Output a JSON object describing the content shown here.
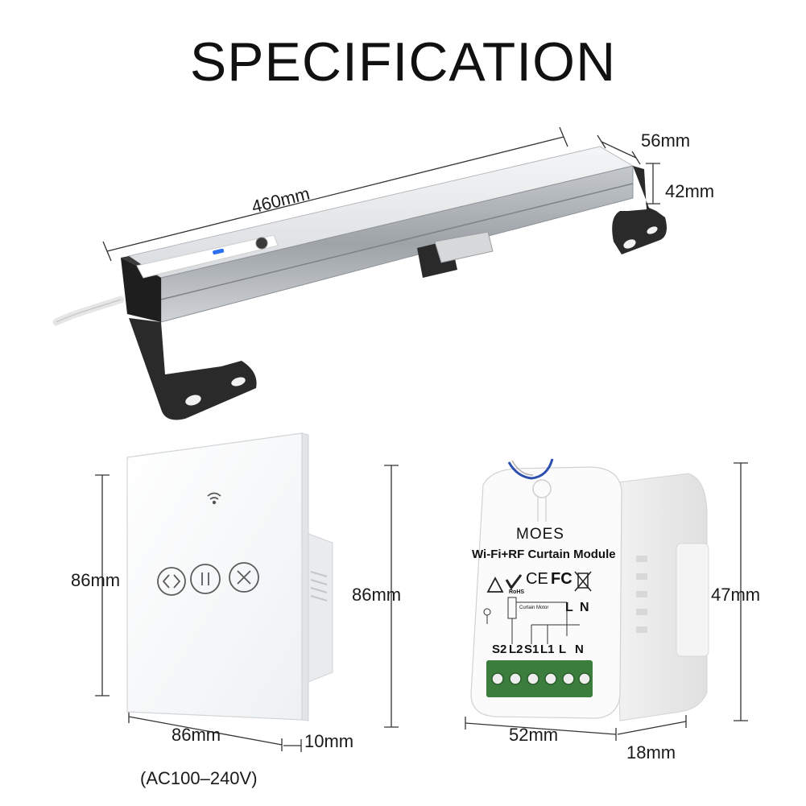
{
  "title": "SPECIFICATION",
  "motor": {
    "length_label": "460mm",
    "depth_label": "56mm",
    "height_label": "42mm"
  },
  "switch": {
    "height_label": "86mm",
    "width_label": "86mm",
    "depth_label": "10mm",
    "voltage_label": "(AC100–240V)",
    "side_height_label": "86mm"
  },
  "module": {
    "brand": "MOES",
    "name": "Wi-Fi+RF Curtain Module",
    "cert_rohs": "RoHS",
    "cert_ce": "CE",
    "cert_fc": "FC",
    "diagram_label": "Curtain Motor",
    "top_terminals": [
      "L",
      "N"
    ],
    "terminals": [
      "S2",
      "L2",
      "S1",
      "L1",
      "L",
      "N"
    ],
    "height_label": "47mm",
    "width_label": "52mm",
    "depth_label": "18mm"
  },
  "colors": {
    "indicator": "#2b6ef2",
    "terminal_green": "#3a7d3c",
    "bracket": "#2b2b2b",
    "rail": "#c9ccd0"
  }
}
